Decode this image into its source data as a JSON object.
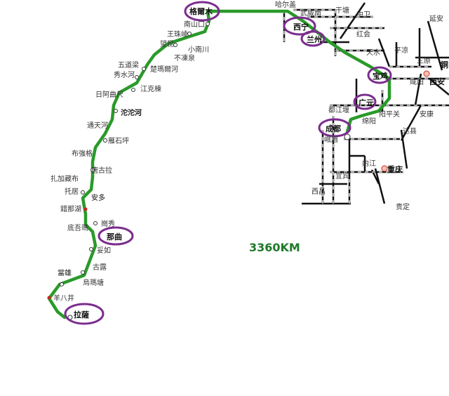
{
  "distance_label": "3360KM",
  "route_color": "#2a9a2a",
  "highlight_color": "#7b2d8e",
  "rail_color": "#111111",
  "highlighted_stations": [
    "格爾木",
    "西宁",
    "兰州",
    "宝鸡",
    "广元",
    "成都",
    "那曲",
    "拉薩"
  ],
  "tibet_stations": [
    "南山口",
    "王珠崚",
    "望昆",
    "小南川",
    "不凍泉",
    "五道梁",
    "秀水河",
    "楚瑪爾河",
    "江克棟",
    "日阿曲尺",
    "沱沱河",
    "通天河",
    "雁石坪",
    "布強格",
    "唐古拉",
    "扎加藏布",
    "托居",
    "安多",
    "錯那湖",
    "底吾瑪",
    "崗秀",
    "妥如",
    "古露",
    "當雄",
    "烏瑪塘",
    "羊八井"
  ],
  "network_stations": [
    "哈尔盖",
    "武威南",
    "干塘",
    "中卫",
    "延安",
    "红会",
    "平凉",
    "天水",
    "三原",
    "咸阳",
    "西安",
    "铜",
    "都江堰",
    "阳平关",
    "安康",
    "绵阳",
    "达县",
    "峨眉",
    "内江",
    "宜宾",
    "重庆",
    "西昌",
    "贵定"
  ]
}
